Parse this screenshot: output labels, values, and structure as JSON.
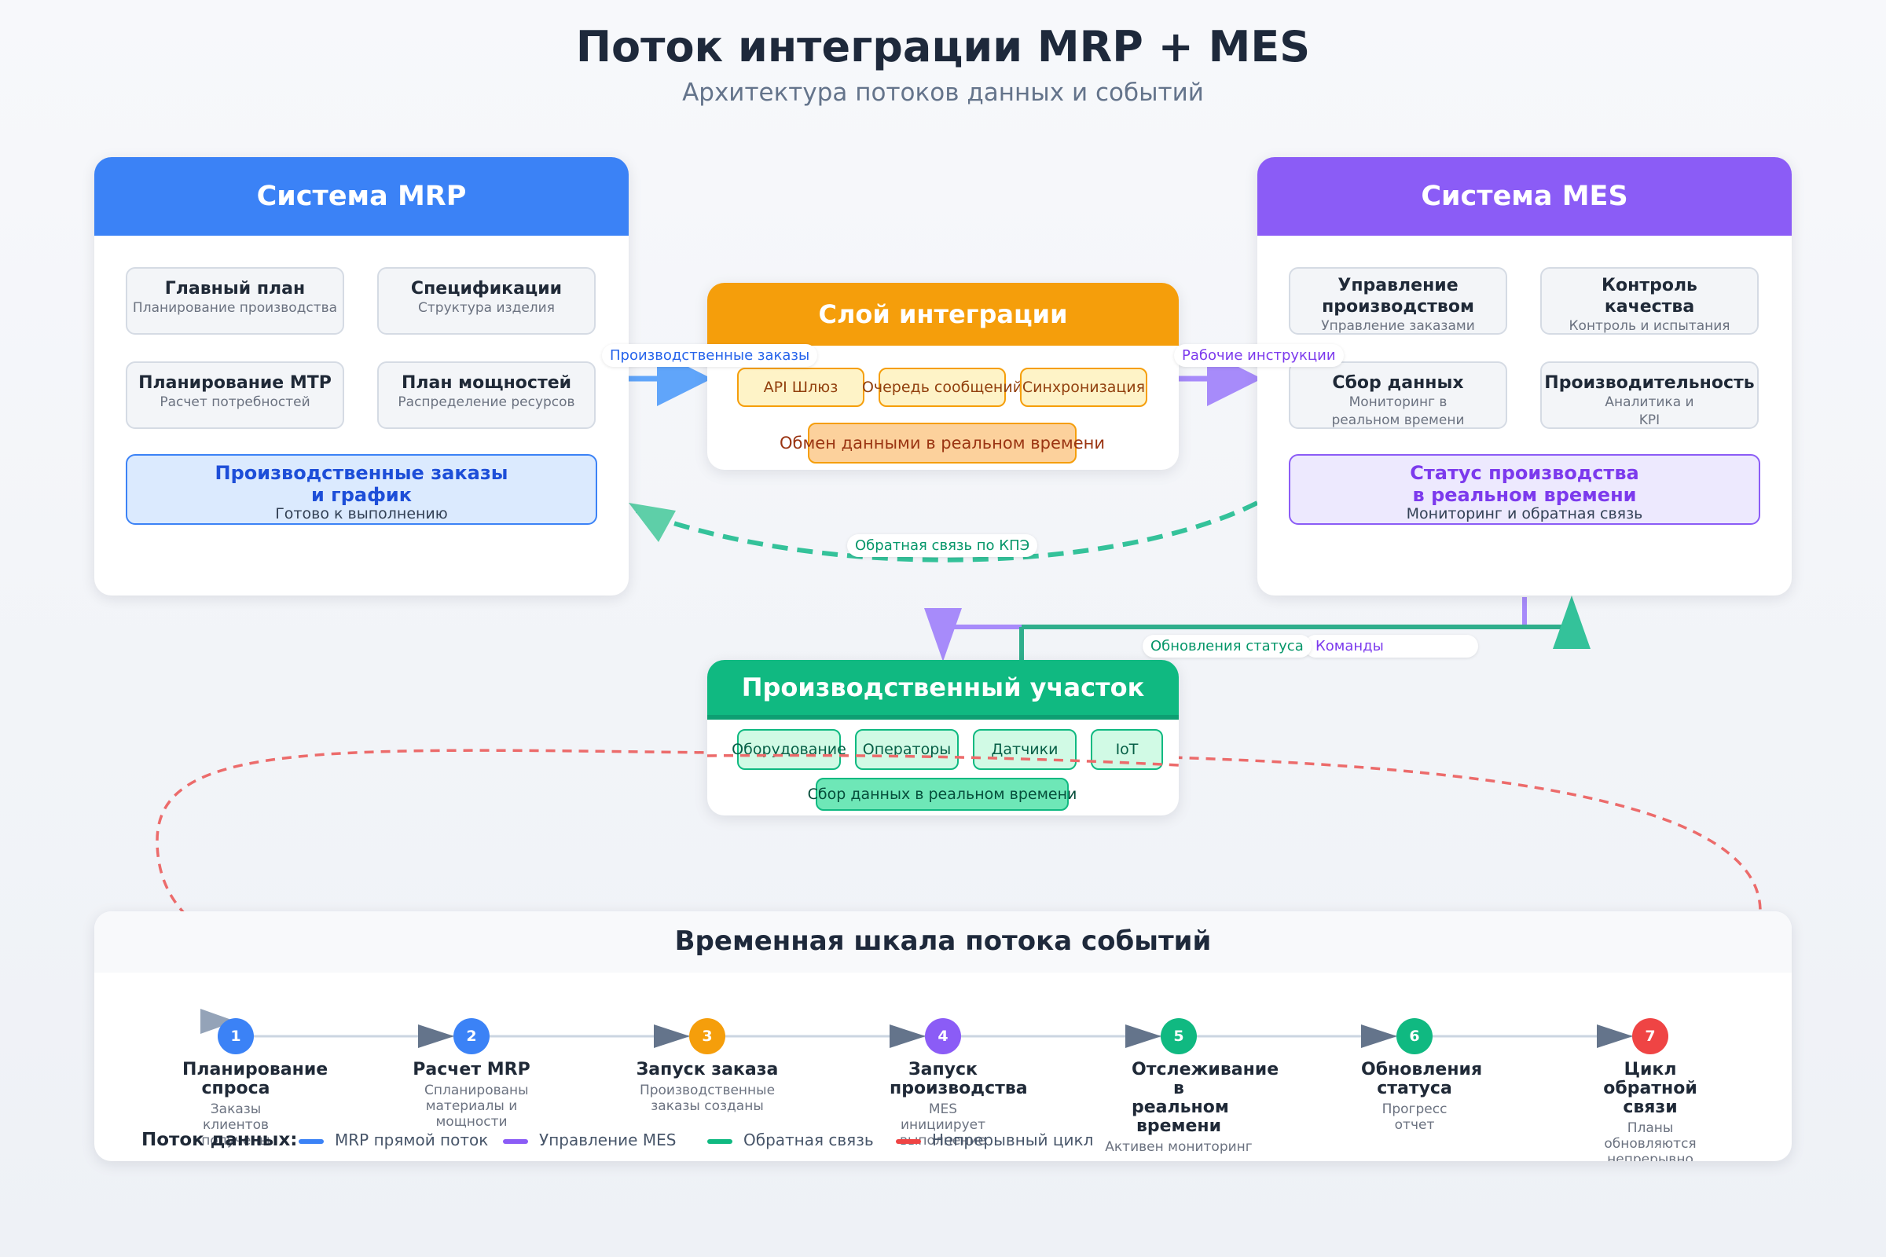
{
  "header": {
    "title": "Поток интеграции MRP + MES",
    "subtitle": "Архитектура потоков данных и событий"
  },
  "colors": {
    "mrp": "#3b82f6",
    "mes": "#8b5cf6",
    "integration": "#f59e0b",
    "shopfloor": "#10b981",
    "feedback": "#ef4444"
  },
  "mrp": {
    "title": "Система MRP",
    "modules": [
      {
        "title": "Главный план",
        "subtitle": "Планирование производства"
      },
      {
        "title": "Спецификации",
        "subtitle": "Структура изделия"
      },
      {
        "title": "Планирование МТР",
        "subtitle": "Расчет потребностей"
      },
      {
        "title": "План мощностей",
        "subtitle": "Распределение ресурсов"
      }
    ],
    "output": {
      "title": "Производственные заказы и график",
      "subtitle": "Готово к выполнению"
    }
  },
  "mes": {
    "title": "Система MES",
    "modules": [
      {
        "title": "Управление производством",
        "subtitle": "Управление заказами"
      },
      {
        "title": "Контроль качества",
        "subtitle": "Контроль и испытания"
      },
      {
        "title": "Сбор данных",
        "subtitle": "Мониторинг в реальном времени"
      },
      {
        "title": "Производительность",
        "subtitle": "Аналитика и KPI"
      }
    ],
    "output": {
      "title": "Статус производства в реальном времени",
      "subtitle": "Мониторинг и обратная связь"
    }
  },
  "integration": {
    "title": "Слой интеграции",
    "items": [
      "API Шлюз",
      "Очередь сообщений",
      "Синхронизация"
    ],
    "realtime": "Обмен данными в реальном времени"
  },
  "shopfloor": {
    "title": "Производственный участок",
    "items": [
      "Оборудование",
      "Операторы",
      "Датчики",
      "IoT"
    ],
    "collect": "Сбор данных в реальном времени"
  },
  "flows": {
    "orders": "Производственные заказы",
    "instructions": "Рабочие инструкции",
    "kpi_feedback": "Обратная связь по КПЭ",
    "status_updates": "Обновления статуса",
    "commands": "Команды"
  },
  "timeline": {
    "title": "Временная шкала потока событий",
    "steps": [
      {
        "num": "1",
        "title": "Планирование спроса",
        "subtitle": "Заказы клиентов получены",
        "color": "#3b82f6"
      },
      {
        "num": "2",
        "title": "Расчет MRP",
        "subtitle": "Спланированы материалы и мощности",
        "color": "#3b82f6"
      },
      {
        "num": "3",
        "title": "Запуск заказа",
        "subtitle": "Производственные заказы созданы",
        "color": "#f59e0b"
      },
      {
        "num": "4",
        "title": "Запуск производства",
        "subtitle": "MES инициирует выполнение",
        "color": "#8b5cf6"
      },
      {
        "num": "5",
        "title": "Отслеживание в реальном времени",
        "subtitle": "Активен мониторинг",
        "color": "#10b981"
      },
      {
        "num": "6",
        "title": "Обновления статуса",
        "subtitle": "Прогресс отчет",
        "color": "#10b981"
      },
      {
        "num": "7",
        "title": "Цикл обратной связи",
        "subtitle": "Планы обновляются непрерывно",
        "color": "#ef4444"
      }
    ]
  },
  "legend": {
    "label": "Поток данных:",
    "items": [
      {
        "label": "MRP прямой поток",
        "color": "#3b82f6"
      },
      {
        "label": "Управление MES",
        "color": "#8b5cf6"
      },
      {
        "label": "Обратная связь",
        "color": "#10b981"
      },
      {
        "label": "Непрерывный цикл",
        "color": "#ef4444"
      }
    ]
  }
}
